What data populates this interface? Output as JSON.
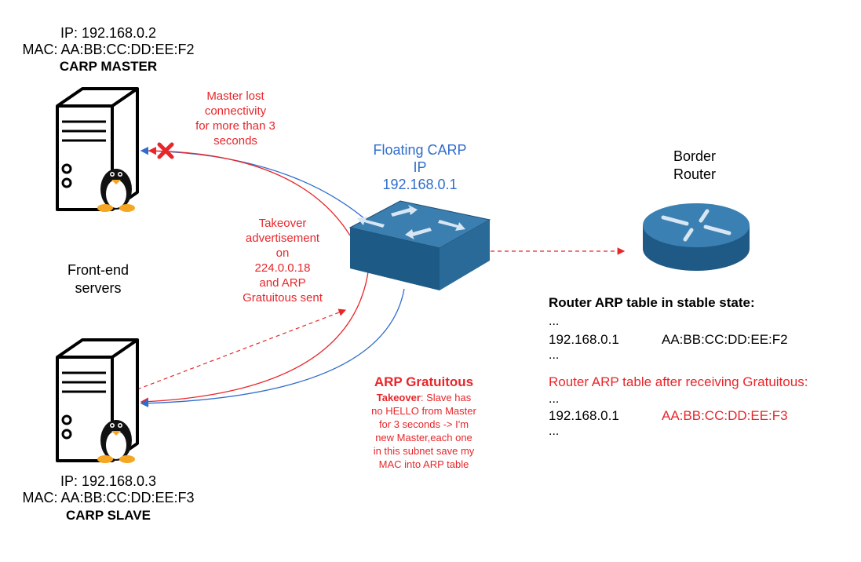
{
  "master": {
    "ip": "IP: 192.168.0.2",
    "mac": "MAC: AA:BB:CC:DD:EE:F2",
    "role": "CARP MASTER"
  },
  "slave": {
    "ip": "IP: 192.168.0.3",
    "mac": "MAC: AA:BB:CC:DD:EE:F3",
    "role": "CARP SLAVE"
  },
  "frontend_label": [
    "Front-end",
    "servers"
  ],
  "lost_note": [
    "Master lost",
    "connectivity",
    "for more than 3",
    "seconds"
  ],
  "takeover_note": [
    "Takeover",
    "advertisement",
    "on",
    "224.0.0.18",
    "and ARP",
    "Gratuitous sent"
  ],
  "floating_ip": [
    "Floating CARP",
    "IP",
    "192.168.0.1"
  ],
  "router_label": [
    "Border",
    "Router"
  ],
  "arp_gratuitous": {
    "title": "ARP Gratuitous",
    "bold_word": "Takeover",
    "first_line_rest": ": Slave has",
    "lines": [
      "no HELLO from Master",
      "for 3 seconds -> I'm",
      "new Master,each one",
      "in this subnet save my",
      "MAC into ARP table"
    ]
  },
  "stable_table": {
    "title": "Router ARP table in stable state:",
    "dots_top": "...",
    "ip": "192.168.0.1",
    "mac": "AA:BB:CC:DD:EE:F2",
    "dots_bottom": "..."
  },
  "after_table": {
    "title": "Router ARP table after receiving Gratuitous:",
    "dots_top": "...",
    "ip": "192.168.0.1",
    "mac": "AA:BB:CC:DD:EE:F3",
    "dots_bottom": "..."
  },
  "colors": {
    "red": "#e8262a",
    "blue": "#2f6dcc",
    "switch_top": "#2e6f9e",
    "router_body": "#2d6c9b"
  },
  "icons": [
    "server-icon",
    "linux-penguin-icon",
    "network-switch-icon",
    "router-icon",
    "cross-icon"
  ]
}
